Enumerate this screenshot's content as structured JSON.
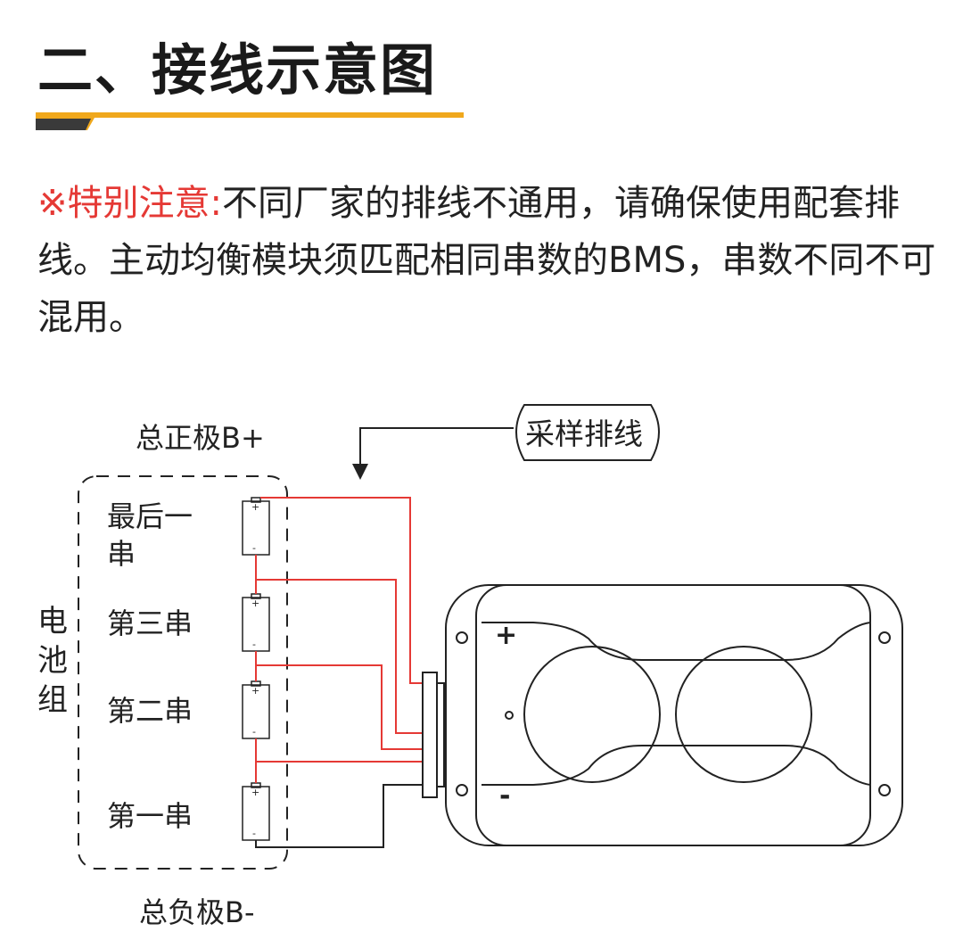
{
  "section": {
    "title": "二、接线示意图",
    "accent_color": "#f0a81c",
    "accent_dark": "#3a3a3a"
  },
  "note": {
    "warn_label": "※特别注意:",
    "text": "不同厂家的排线不通用，请确保使用配套排线。主动均衡模块须匹配相同串数的BMS，串数不同不可混用。",
    "warn_color": "#e53935"
  },
  "diagram": {
    "pos_label": "总正极B+",
    "neg_label": "总负极B-",
    "pack_label": [
      "电",
      "池",
      "组"
    ],
    "cable_label": "采样排线",
    "cells": [
      {
        "line1": "最后一",
        "line2": "串"
      },
      {
        "line1": "第三串",
        "line2": ""
      },
      {
        "line1": "第二串",
        "line2": ""
      },
      {
        "line1": "第一串",
        "line2": ""
      }
    ],
    "device_plus": "+",
    "device_minus": "-",
    "wire_color": "#e53935"
  }
}
